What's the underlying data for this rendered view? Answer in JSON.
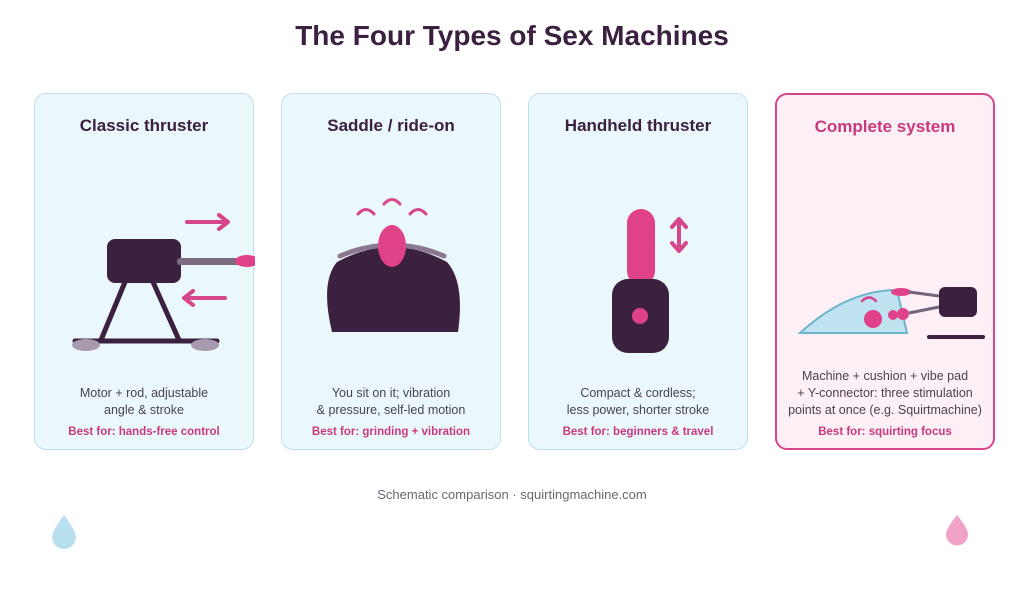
{
  "title": "The Four Types of Sex Machines",
  "cards": [
    {
      "title": "Classic thruster",
      "desc_lines": [
        "Motor + rod, adjustable",
        "angle & stroke"
      ],
      "best": "Best for: hands-free control"
    },
    {
      "title": "Saddle / ride-on",
      "desc_lines": [
        "You sit on it; vibration",
        "& pressure, self-led motion"
      ],
      "best": "Best for: grinding + vibration"
    },
    {
      "title": "Handheld thruster",
      "desc_lines": [
        "Compact & cordless;",
        "less power, shorter stroke"
      ],
      "best": "Best for: beginners & travel"
    },
    {
      "title": "Complete system",
      "desc_lines": [
        "Machine + cushion + vibe pad",
        "+ Y-connector: three stimulation",
        "points at once (e.g. Squirtmachine)"
      ],
      "best": "Best for: squirting focus"
    }
  ],
  "footer": "Schematic comparison · squirtingmachine.com",
  "colors": {
    "dark": "#3b2040",
    "pink": "#e0428a",
    "card_bg": "#eaf7fb",
    "card_border": "#bfe0ea",
    "highlight_border": "#d6468a",
    "highlight_bg": "#fdeff6",
    "blue_drop": "#b8e0ef",
    "pink_drop": "#f0a3c6"
  }
}
